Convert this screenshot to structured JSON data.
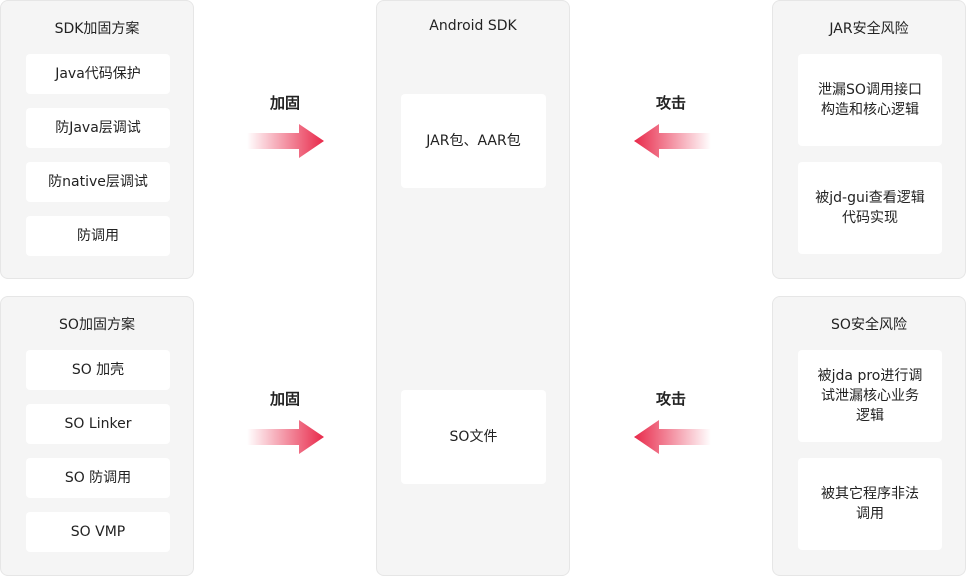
{
  "left_top": {
    "title": "SDK加固方案",
    "items": [
      "Java代码保护",
      "防Java层调试",
      "防native层调试",
      "防调用"
    ]
  },
  "left_bottom": {
    "title": "SO加固方案",
    "items": [
      "SO 加壳",
      "SO Linker",
      "SO 防调用",
      "SO VMP"
    ]
  },
  "center": {
    "title": "Android SDK",
    "box_top": "JAR包、AAR包",
    "box_bottom": "SO文件"
  },
  "right_top": {
    "title": "JAR安全风险",
    "items": [
      "泄漏SO调用接口\n构造和核心逻辑",
      "被jd-gui查看逻辑\n代码实现"
    ]
  },
  "right_bottom": {
    "title": "SO安全风险",
    "items": [
      "被jda pro进行调\n试泄漏核心业务\n逻辑",
      "被其它程序非法\n调用"
    ]
  },
  "arrows": {
    "reinforce_top": "加固",
    "reinforce_bottom": "加固",
    "attack_top": "攻击",
    "attack_bottom": "攻击"
  },
  "colors": {
    "arrow": "#e8294a",
    "panel_bg": "#f5f5f5",
    "item_bg": "#ffffff"
  }
}
